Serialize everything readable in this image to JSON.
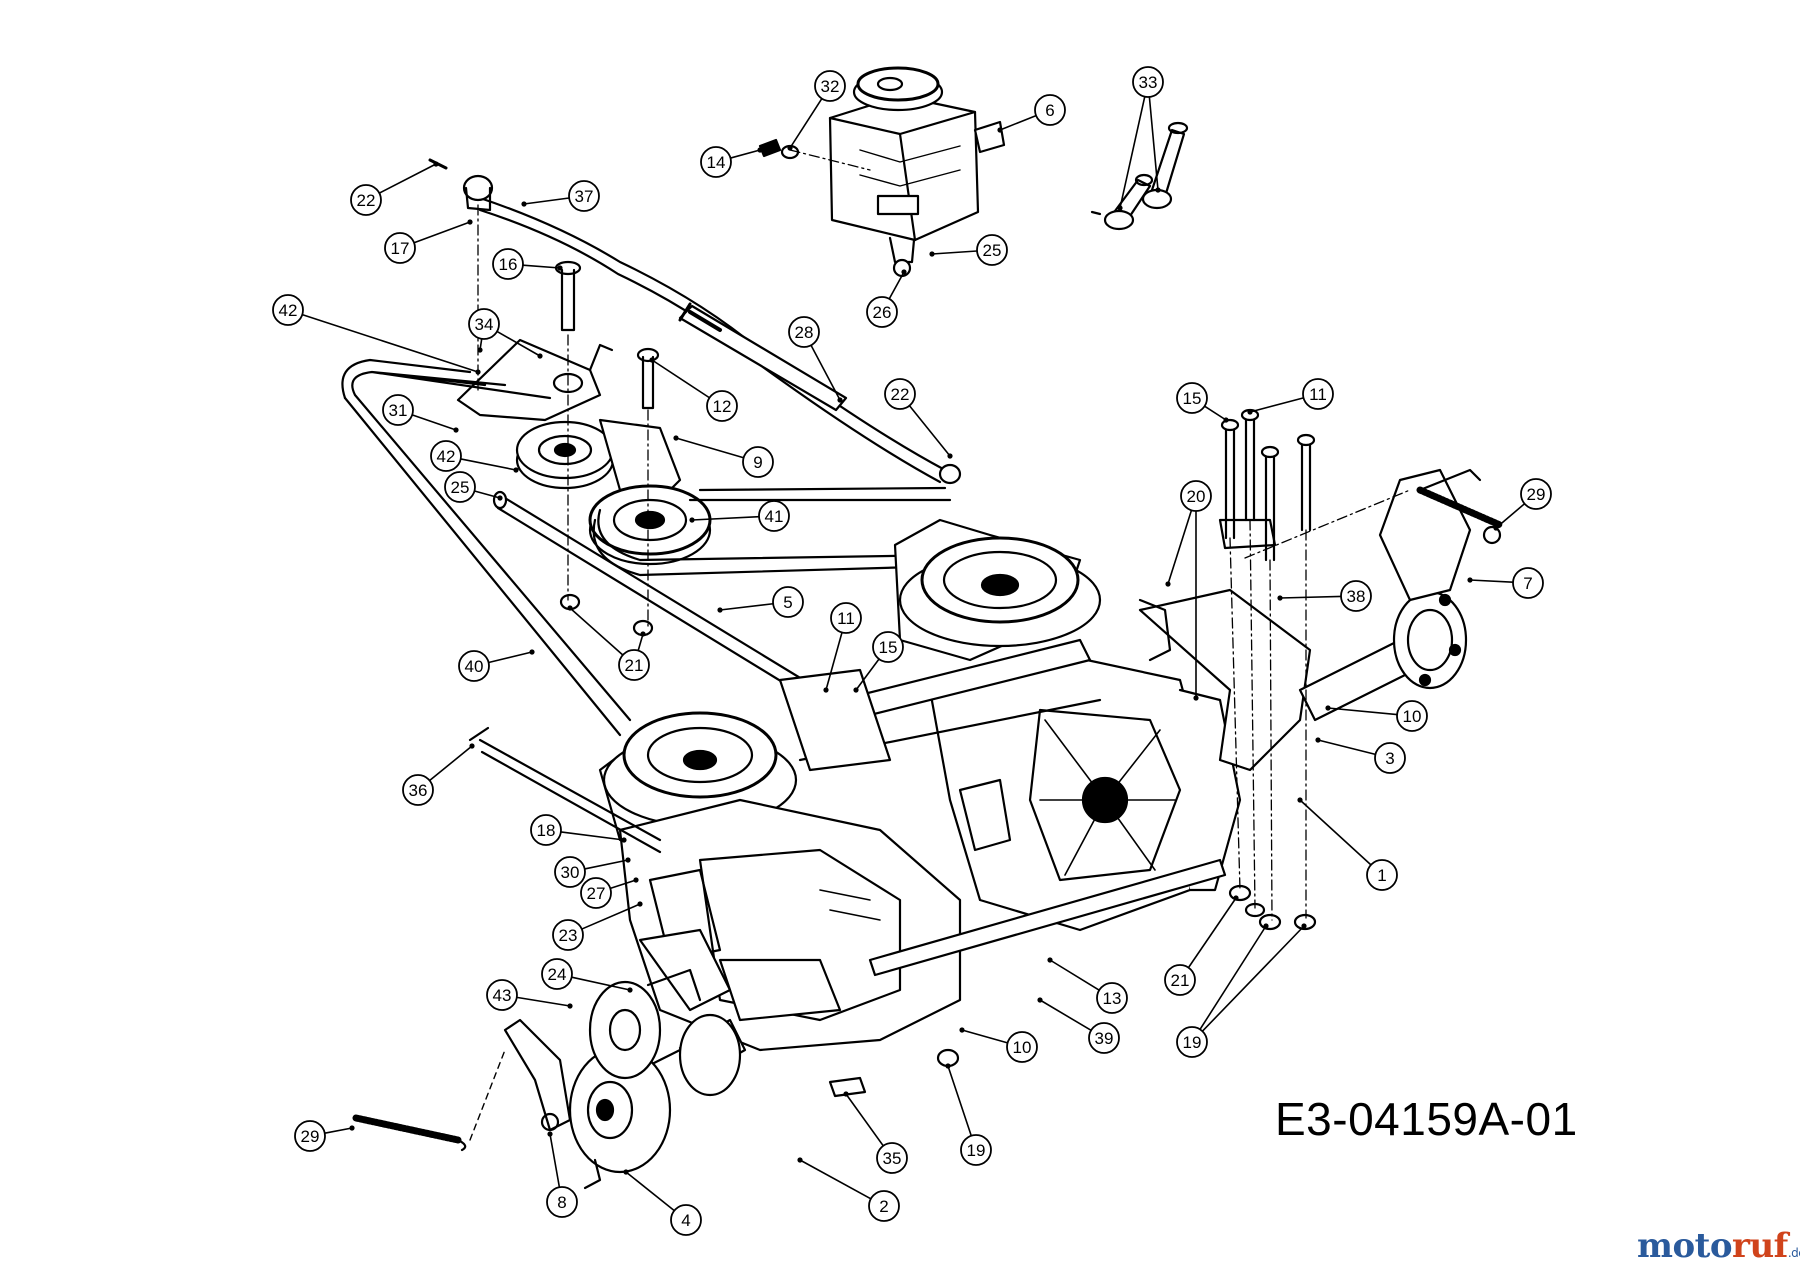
{
  "drawing_code": "E3-04159A-01",
  "watermark": {
    "part1": "moto",
    "part2": "ruf",
    "suffix": ".de"
  },
  "callouts": [
    {
      "id": "c32a",
      "label": "32"
    },
    {
      "id": "c6",
      "label": "6"
    },
    {
      "id": "c33",
      "label": "33"
    },
    {
      "id": "c14",
      "label": "14"
    },
    {
      "id": "c22a",
      "label": "22"
    },
    {
      "id": "c37",
      "label": "37"
    },
    {
      "id": "c17",
      "label": "17"
    },
    {
      "id": "c25a",
      "label": "25"
    },
    {
      "id": "c16",
      "label": "16"
    },
    {
      "id": "c26",
      "label": "26"
    },
    {
      "id": "c42a",
      "label": "42"
    },
    {
      "id": "c34",
      "label": "34"
    },
    {
      "id": "c28",
      "label": "28"
    },
    {
      "id": "c12",
      "label": "12"
    },
    {
      "id": "c22b",
      "label": "22"
    },
    {
      "id": "c15a",
      "label": "15"
    },
    {
      "id": "c11a",
      "label": "11"
    },
    {
      "id": "c31",
      "label": "31"
    },
    {
      "id": "c9",
      "label": "9"
    },
    {
      "id": "c42b",
      "label": "42"
    },
    {
      "id": "c25b",
      "label": "25"
    },
    {
      "id": "c41",
      "label": "41"
    },
    {
      "id": "c20",
      "label": "20"
    },
    {
      "id": "c29a",
      "label": "29"
    },
    {
      "id": "c7",
      "label": "7"
    },
    {
      "id": "c5",
      "label": "5"
    },
    {
      "id": "c38",
      "label": "38"
    },
    {
      "id": "c11b",
      "label": "11"
    },
    {
      "id": "c15b",
      "label": "15"
    },
    {
      "id": "c21a",
      "label": "21"
    },
    {
      "id": "c40",
      "label": "40"
    },
    {
      "id": "c10a",
      "label": "10"
    },
    {
      "id": "c3",
      "label": "3"
    },
    {
      "id": "c36",
      "label": "36"
    },
    {
      "id": "c18",
      "label": "18"
    },
    {
      "id": "c1",
      "label": "1"
    },
    {
      "id": "c30",
      "label": "30"
    },
    {
      "id": "c27",
      "label": "27"
    },
    {
      "id": "c23",
      "label": "23"
    },
    {
      "id": "c13",
      "label": "13"
    },
    {
      "id": "c21b",
      "label": "21"
    },
    {
      "id": "c24",
      "label": "24"
    },
    {
      "id": "c43",
      "label": "43"
    },
    {
      "id": "c10b",
      "label": "10"
    },
    {
      "id": "c39",
      "label": "39"
    },
    {
      "id": "c19a",
      "label": "19"
    },
    {
      "id": "c29b",
      "label": "29"
    },
    {
      "id": "c35",
      "label": "35"
    },
    {
      "id": "c19b",
      "label": "19"
    },
    {
      "id": "c8",
      "label": "8"
    },
    {
      "id": "c4",
      "label": "4"
    },
    {
      "id": "c2",
      "label": "2"
    }
  ]
}
